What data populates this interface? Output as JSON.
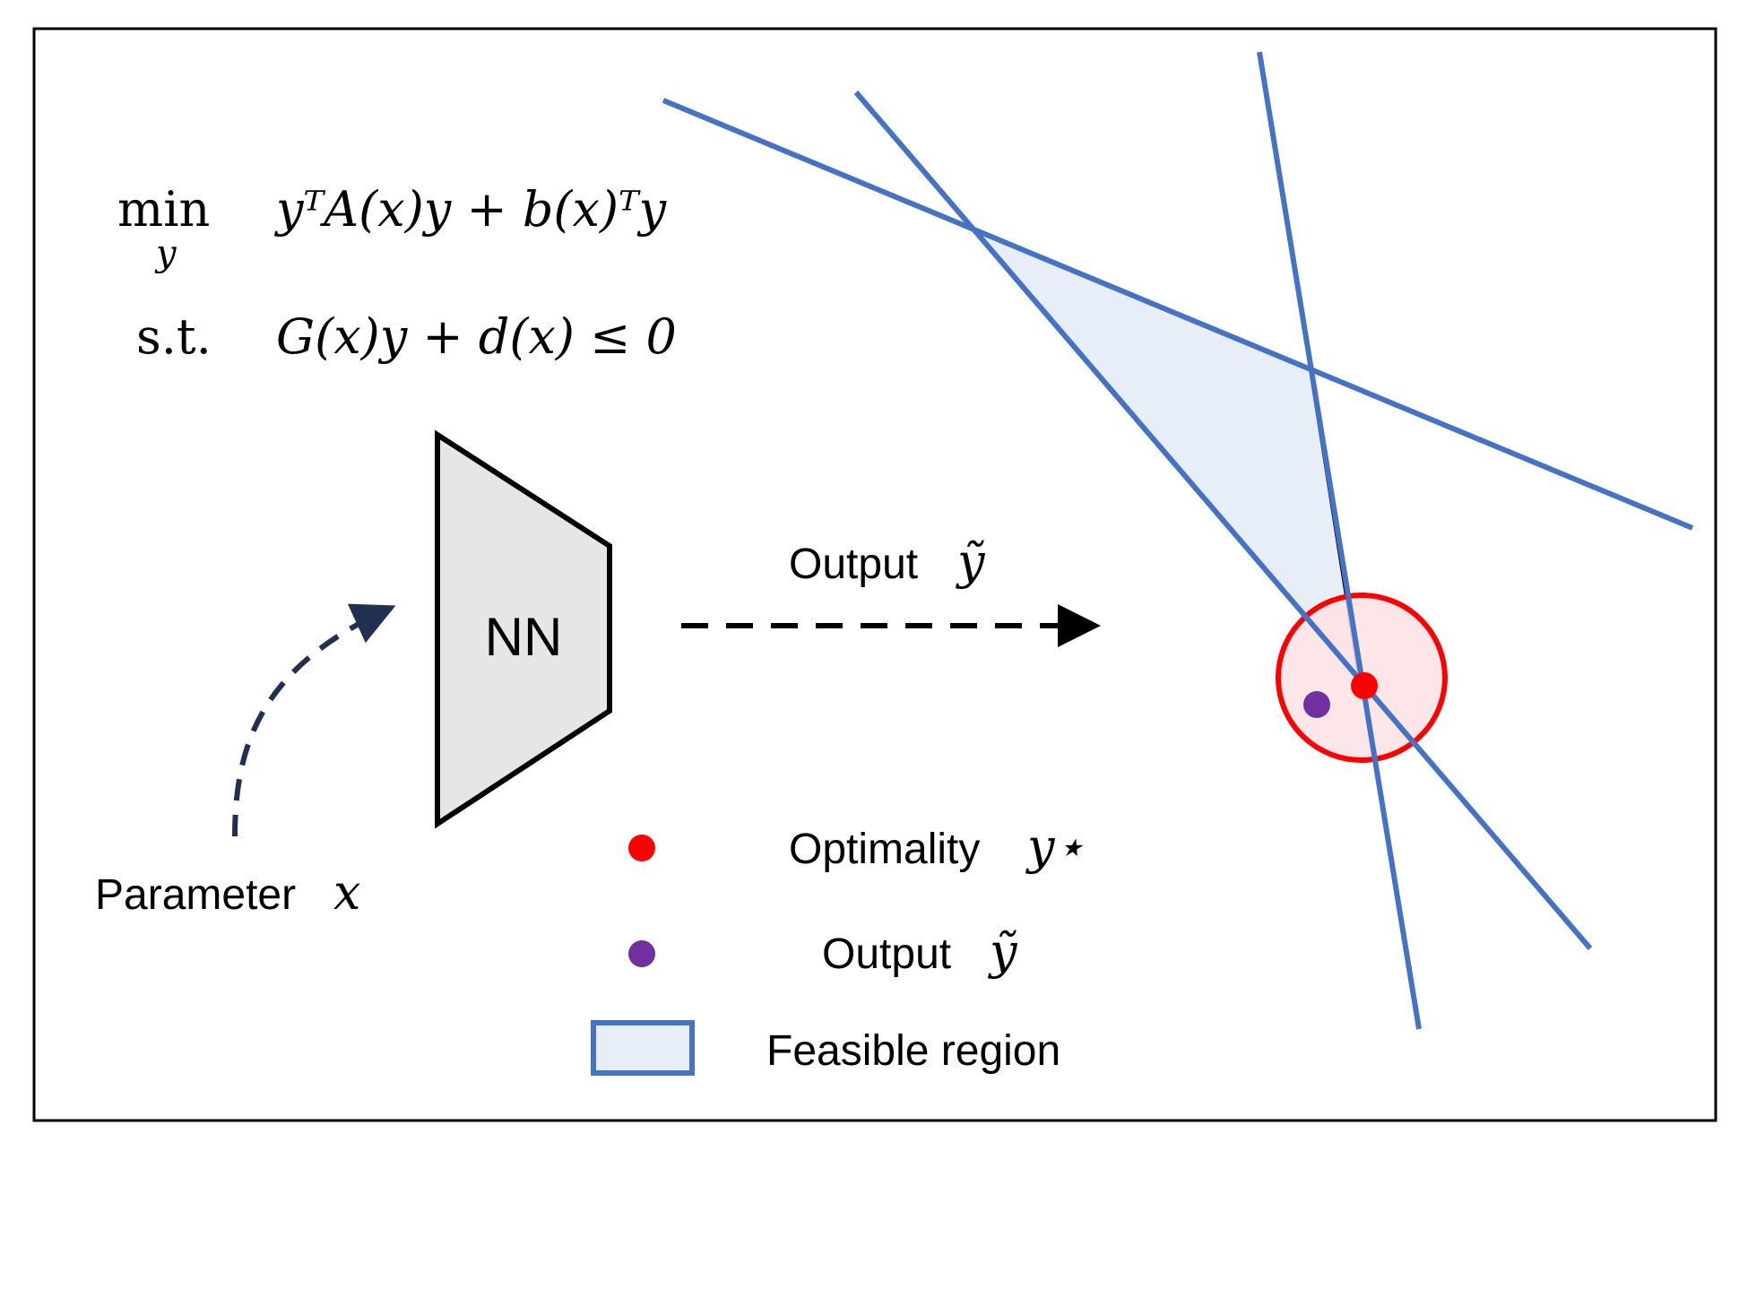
{
  "formula": {
    "min_label": "min",
    "min_sub": "y",
    "objective": "yᵀA(x)y + b(x)ᵀy",
    "st_label": "s.t.",
    "constraint": "G(x)y + d(x) ≤ 0"
  },
  "network": {
    "label": "NN"
  },
  "input": {
    "label": "Parameter",
    "symbol": "x"
  },
  "output_arrow": {
    "label": "Output",
    "symbol": "ỹ"
  },
  "legend": {
    "items": [
      {
        "label": "Optimality",
        "symbol": "y⋆",
        "color": "#ff0000"
      },
      {
        "label": "Output",
        "symbol": "ỹ",
        "color": "#7030a0"
      },
      {
        "label": "Feasible region",
        "symbol": "",
        "color": "#4472c4"
      }
    ]
  },
  "colors": {
    "constraint_line": "#4472c4",
    "feasible_fill": "#e8eef8",
    "optimum": "#ff0000",
    "optimum_region_fill": "#fde2e4",
    "output_point": "#7030a0",
    "arrow": "#1f3050",
    "nn_fill": "#e6e6e6"
  }
}
